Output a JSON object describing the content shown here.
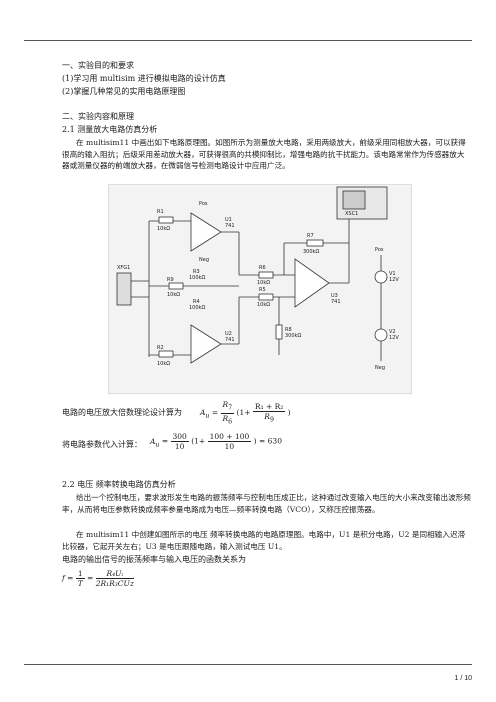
{
  "h1": "一、实验目的和要求",
  "aim1": "(1)学习用 multisim 进行模拟电路的设计仿真",
  "aim2": "(2)掌握几种常见的实用电路原理图",
  "h2": "二、实验内容和原理",
  "h21": "2.1 测量放大电路仿真分析",
  "para21": "在 multisim11 中画出如下电路原理图。如图所示为测量放大电路，采用两级放大，前级采用同相放大器，可以获得很高的输入阻抗；后级采用差动放大器，可获得很高的共模抑制比，增强电路的抗干扰能力。该电路常常作为传感器放大器或测量仪器的前端放大器，在微弱信号检测电路设计中应用广泛。",
  "gain_text": "电路的电压放大倍数理论设计算为",
  "sub_text": "将电路参数代入计算：",
  "gain_formula": {
    "lhs": "A",
    "lhs_sub": "u",
    "rf": "R",
    "rf_sub": "7",
    "r6": "R",
    "r6_sub": "6",
    "paren_open": "(1+",
    "num2": "R₁ + R₂",
    "r9": "R",
    "r9_sub": "9",
    "close": ")"
  },
  "sub_formula": {
    "n1": "300",
    "d1": "10",
    "n2": "100 + 100",
    "d2": "10",
    "result": "= 630"
  },
  "h22": "2.2 电压 频率转换电路仿真分析",
  "para22a": "给出一个控制电压，要求波形发生电路的振荡频率与控制电压成正比，这种通过改变输入电压的大小来改变输出波形频率，从而将电压参数转换成频率参量电路成为电压—频率转换电路（VCO），又称压控振荡器。",
  "para22b": "在 multisim11 中创建如图所示的电压 频率转换电路的电路原理图。电路中，U1 是积分电路，U2 是同相输入迟滞比较器，它起开关左右；U3 是电压跟随电路，输入测试电压 U1。",
  "para22c": "电路的输出信号的振荡频率与输入电压的函数关系为",
  "freq_formula": {
    "f": "f",
    "eq1": "=",
    "one": "1",
    "T": "T",
    "eq2": "=",
    "num": "R₄Uᵢ",
    "den": "2R₁R₃CUz"
  },
  "circuit_labels": {
    "xfg1": "XFG1",
    "xsc1": "XSC1",
    "r1": "R1",
    "r1v": "10kΩ",
    "r2": "R2",
    "r2v": "10kΩ",
    "r9": "R9",
    "r9v": "10kΩ",
    "r3": "R3",
    "r3v": "100kΩ",
    "r4": "R4",
    "r4v": "100kΩ",
    "r5": "R5",
    "r5v": "10kΩ",
    "r6": "R6",
    "r6v": "10kΩ",
    "r7": "R7",
    "r7v": "300kΩ",
    "r8": "R8",
    "r8v": "300kΩ",
    "u1": "U1",
    "u1m": "741",
    "u2": "U2",
    "u2m": "741",
    "u3": "U3",
    "u3m": "741",
    "v1": "V1",
    "v1v": "12V",
    "v2": "V2",
    "v2v": "12V",
    "pos": "Pos",
    "neg": "Neg"
  },
  "page_number": "1 / 10"
}
